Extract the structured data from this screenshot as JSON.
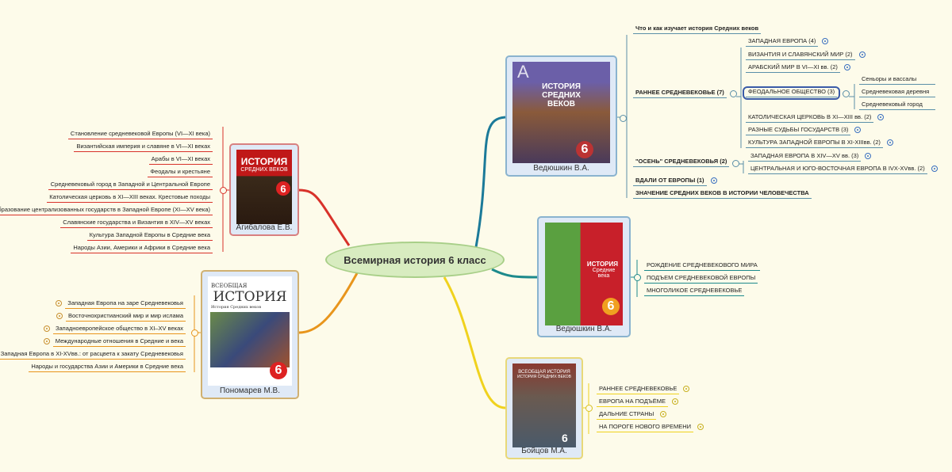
{
  "central": {
    "title": "Всемирная история 6 класс"
  },
  "colors": {
    "background": "#fdfbea",
    "red": "#d8322a",
    "orange": "#e8951c",
    "blue": "#1b7a99",
    "teal": "#1d8a8c",
    "yellow": "#f0d21e"
  },
  "books": {
    "vedyushkin1": {
      "label": "Ведюшкин В.А.",
      "cover_title": "ИСТОРИЯ СРЕДНИХ ВЕКОВ",
      "cover_letter": "А",
      "grade": "6"
    },
    "agibalova": {
      "label": "Агибалова Е.В.",
      "cover_title": "ИСТОРИЯ",
      "cover_subtitle": "СРЕДНИХ ВЕКОВ",
      "grade": "6"
    },
    "ponomarev": {
      "label": "Пономарев М.В.",
      "cover_pre": "ВСЕОБЩАЯ",
      "cover_title": "ИСТОРИЯ",
      "cover_subtitle": "История Средних веков",
      "grade": "6"
    },
    "vedyushkin2": {
      "label": "Ведюшкин В.А.",
      "cover_title": "ИСТОРИЯ",
      "cover_subtitle": "Средние века",
      "grade": "6"
    },
    "boytsov": {
      "label": "Бойцов М.А.",
      "cover_title": "ВСЕОБЩАЯ ИСТОРИЯ",
      "cover_subtitle": "ИСТОРИЯ СРЕДНИХ ВЕКОВ",
      "grade": "6"
    }
  },
  "vedyushkin1_topics": {
    "main": [
      "Что и как изучает история Средних веков",
      "РАННЕЕ СРЕДНЕВЕКОВЬЕ (7)",
      "\"ОСЕНЬ\" СРЕДНЕВЕКОВЬЯ (2)",
      "ВДАЛИ ОТ ЕВРОПЫ (1)",
      "ЗНАЧЕНИЕ СРЕДНИХ ВЕКОВ В ИСТОРИИ ЧЕЛОВЕЧЕСТВА"
    ],
    "early": [
      "ЗАПАДНАЯ ЕВРОПА (4)",
      "ВИЗАНТИЯ И СЛАВЯНСКИЙ МИР (2)",
      "АРАБСКИЙ МИР В VI—XI вв. (2)",
      "ФЕОДАЛЬНОЕ ОБЩЕСТВО (3)",
      "КАТОЛИЧЕСКАЯ ЦЕРКОВЬ В XI—XIII вв. (2)",
      "РАЗНЫЕ СУДЬБЫ ГОСУДАРСТВ (3)",
      "КУЛЬТУРА ЗАПАДНОЙ ЕВРОПЫ В XI-XIIIвв. (2)"
    ],
    "feudal": [
      "Сеньоры и вассалы",
      "Средневековая деревня",
      "Средневековый город"
    ],
    "autumn": [
      "ЗАПАДНАЯ ЕВРОПА В XIV—XV вв. (3)",
      "ЦЕНТРАЛЬНАЯ И ЮГО-ВОСТОЧНАЯ ЕВРОПА В IVX-XVвв. (2)"
    ]
  },
  "agibalova_topics": [
    "Становление средневековой Европы (VI—XI века)",
    "Византийская империя и славяне в VI—XI веках",
    "Арабы в VI—XI веках",
    "Феодалы и крестьяне",
    "Средневековый город в Западной и Центральной Европе",
    "Католическая церковь в XI—XIII веках. Крестовые походы",
    "Образование централизованных государств в Западной Европе (XI—XV века)",
    "Славянские государства и Византия в XIV—XV веках",
    "Культура Западной Европы в Средние века",
    "Народы Азии, Америки и Африки в Средние века"
  ],
  "ponomarev_topics": [
    "Западная Европа на заре Средневековья",
    "Восточнохристианский мир и мир ислама",
    "Западноевропейское общество в XI–XV веках",
    "Международные отношения в Средние и века",
    "Западная Европа в XI-XVвв.: от расцвета к закату Средневековья",
    "Народы и государства Азии и Америки в Средние века"
  ],
  "vedyushkin2_topics": [
    "РОЖДЕНИЕ СРЕДНЕВЕКОВОГО МИРА",
    "ПОДЪЕМ СРЕДНЕВЕКОВОЙ ЕВРОПЫ",
    "МНОГОЛИКОЕ СРЕДНЕВЕКОВЬЕ"
  ],
  "boytsov_topics": [
    "РАННЕЕ СРЕДНЕВЕКОВЬЕ",
    "ЕВРОПА НА ПОДЪЁМЕ",
    "ДАЛЬНИЕ СТРАНЫ",
    "НА ПОРОГЕ НОВОГО ВРЕМЕНИ"
  ]
}
